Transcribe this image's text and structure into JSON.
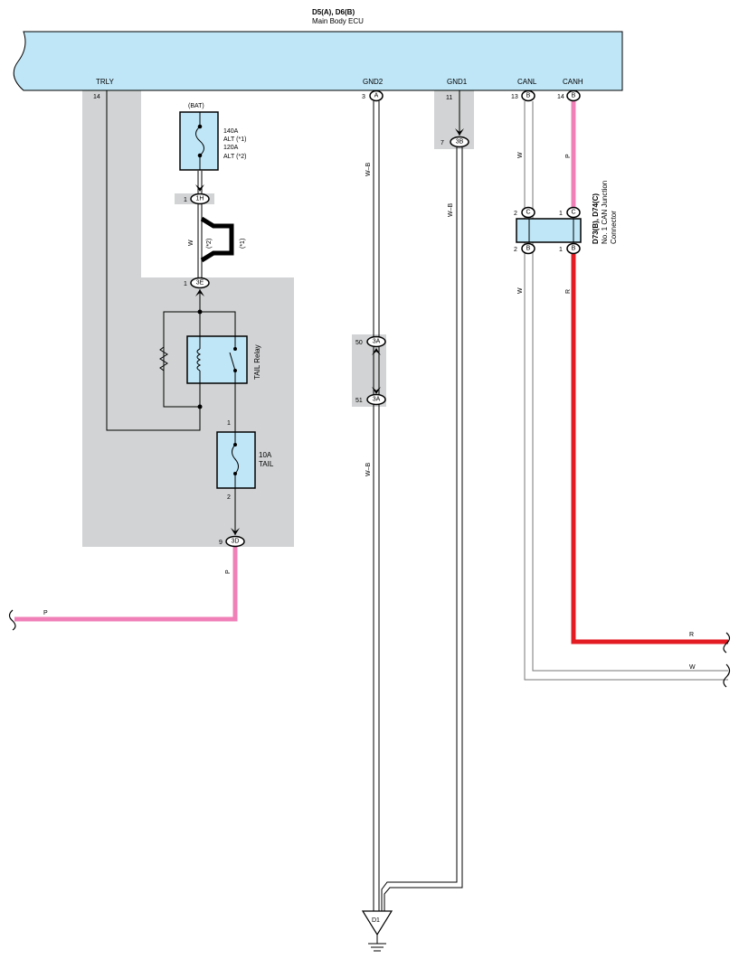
{
  "ecu": {
    "title": "D5(A), D6(B)",
    "name": "Main Body ECU",
    "terminals": {
      "trly": {
        "label": "TRLY",
        "pin": "14"
      },
      "gnd2": {
        "label": "GND2",
        "pin": "3",
        "conn": "A"
      },
      "gnd1": {
        "label": "GND1",
        "pin": "11"
      },
      "canl": {
        "label": "CANL",
        "pin": "13",
        "conn": "B"
      },
      "canh": {
        "label": "CANH",
        "pin": "14",
        "conn": "B"
      }
    }
  },
  "fusible_link": {
    "source": "(BAT)",
    "line1": "140A",
    "line2": "ALT (*1)",
    "line3": "120A",
    "line4": "ALT (*2)"
  },
  "junctions": {
    "j1h": {
      "pin": "1",
      "code": "1H"
    },
    "j3e": {
      "pin": "1",
      "code": "3E"
    },
    "j3b": {
      "pin": "7",
      "code": "3B"
    },
    "j3a_top": {
      "pin": "50",
      "code": "3A"
    },
    "j3a_bot": {
      "pin": "51",
      "code": "3A"
    },
    "j3d": {
      "pin": "9",
      "code": "3D"
    }
  },
  "variants": {
    "star2": "(*2)",
    "star1": "(*1)"
  },
  "relay": {
    "name": "TAIL Relay"
  },
  "fuse": {
    "rating": "10A",
    "name": "TAIL",
    "pin_top": "1",
    "pin_bottom": "2"
  },
  "can_connector": {
    "title": "D73(B), D74(C)",
    "name_line1": "No. 1 CAN Junction",
    "name_line2": "Connector",
    "pins": {
      "l_top": {
        "pin": "2",
        "conn": "C"
      },
      "h_top": {
        "pin": "1",
        "conn": "C"
      },
      "l_bot": {
        "pin": "2",
        "conn": "B"
      },
      "h_bot": {
        "pin": "1",
        "conn": "B"
      }
    }
  },
  "wire_colors": {
    "w": "W",
    "b": "B",
    "p": "P",
    "wb": "W–B",
    "r": "R"
  },
  "ground": {
    "code": "D1"
  },
  "colors": {
    "ecu_fill": "#bfe6f7",
    "shade": "#d1d3d4",
    "pink_wire": "#f080b8",
    "red_wire": "#e31b23"
  }
}
